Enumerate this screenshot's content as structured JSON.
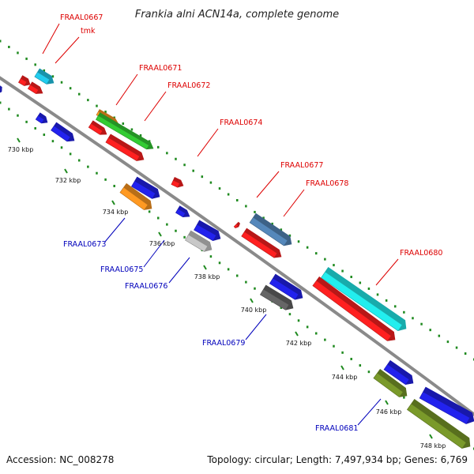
{
  "title": "Frankia alni ACN14a, complete genome",
  "footer": {
    "accession": "Accession: NC_008278",
    "topology": "Topology: circular; Length: 7,497,934 bp; Genes: 6,769"
  },
  "colors": {
    "backbone": "#8a8a8a",
    "dots": "#1f8a1f",
    "forward_label": "#dd0000",
    "reverse_label": "#0000bb"
  },
  "ticks": [
    "730 kbp",
    "732 kbp",
    "734 kbp",
    "736 kbp",
    "738 kbp",
    "740 kbp",
    "742 kbp",
    "744 kbp",
    "746 kbp",
    "748 kbp"
  ],
  "labels": [
    {
      "text": "FRAAL0667",
      "strand": "forward"
    },
    {
      "text": "tmk",
      "strand": "forward"
    },
    {
      "text": "FRAAL0671",
      "strand": "forward"
    },
    {
      "text": "FRAAL0672",
      "strand": "forward"
    },
    {
      "text": "FRAAL0674",
      "strand": "forward"
    },
    {
      "text": "FRAAL0677",
      "strand": "forward"
    },
    {
      "text": "FRAAL0678",
      "strand": "forward"
    },
    {
      "text": "FRAAL0680",
      "strand": "forward"
    },
    {
      "text": "FRAAL0673",
      "strand": "reverse"
    },
    {
      "text": "FRAAL0675",
      "strand": "reverse"
    },
    {
      "text": "FRAAL0676",
      "strand": "reverse"
    },
    {
      "text": "FRAAL0679",
      "strand": "reverse"
    },
    {
      "text": "FRAAL0681",
      "strand": "reverse"
    }
  ],
  "features": [
    {
      "color": "#ff2020",
      "strand": "forward"
    },
    {
      "color": "#ff2020",
      "strand": "forward"
    },
    {
      "color": "#22ccee",
      "strand": "forward"
    },
    {
      "color": "#ff9922",
      "strand": "forward"
    },
    {
      "color": "#33cc33",
      "strand": "forward"
    },
    {
      "color": "#ff2020",
      "strand": "forward"
    },
    {
      "color": "#ff2020",
      "strand": "forward"
    },
    {
      "color": "#ff2020",
      "strand": "forward"
    },
    {
      "color": "#ff2020",
      "strand": "forward"
    },
    {
      "color": "#ff2020",
      "strand": "forward"
    },
    {
      "color": "#5588bb",
      "strand": "forward"
    },
    {
      "color": "#22eeee",
      "strand": "forward"
    },
    {
      "color": "#ff2020",
      "strand": "forward"
    },
    {
      "color": "#2222ee",
      "strand": "reverse"
    },
    {
      "color": "#2222ee",
      "strand": "reverse"
    },
    {
      "color": "#2222ee",
      "strand": "reverse"
    },
    {
      "color": "#2222ee",
      "strand": "reverse"
    },
    {
      "color": "#ff9922",
      "strand": "reverse"
    },
    {
      "color": "#2222ee",
      "strand": "reverse"
    },
    {
      "color": "#2222ee",
      "strand": "reverse"
    },
    {
      "color": "#c8c8c8",
      "strand": "reverse"
    },
    {
      "color": "#2222ee",
      "strand": "reverse"
    },
    {
      "color": "#666666",
      "strand": "reverse"
    },
    {
      "color": "#2222ee",
      "strand": "reverse"
    },
    {
      "color": "#7a9a2a",
      "strand": "reverse"
    },
    {
      "color": "#2222ee",
      "strand": "reverse"
    },
    {
      "color": "#7a9a2a",
      "strand": "reverse"
    }
  ]
}
